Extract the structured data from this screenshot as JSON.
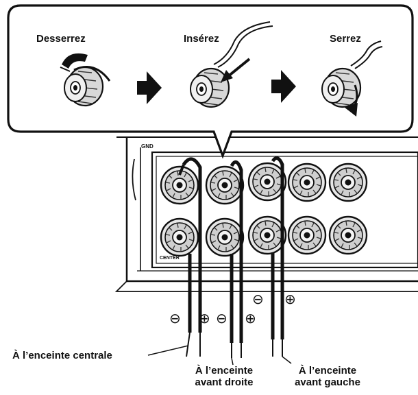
{
  "steps": [
    {
      "label": "Desserrez",
      "icon": "terminal-loosen-icon"
    },
    {
      "label": "Insérez",
      "icon": "terminal-insert-wire-icon"
    },
    {
      "label": "Serrez",
      "icon": "terminal-tighten-icon"
    }
  ],
  "polarity": {
    "minus": "⊖",
    "plus": "⊕"
  },
  "labels": {
    "center": "À l’enceinte centrale",
    "front_right_line1": "À l’enceinte",
    "front_right_line2": "avant droite",
    "front_left_line1": "À l’enceinte",
    "front_left_line2": "avant gauche"
  },
  "panel_labels": {
    "gnd": "GND",
    "center": "CENTER"
  },
  "colors": {
    "line": "#111111",
    "terminal": "#d9d9d9",
    "panel": "#ffffff"
  }
}
